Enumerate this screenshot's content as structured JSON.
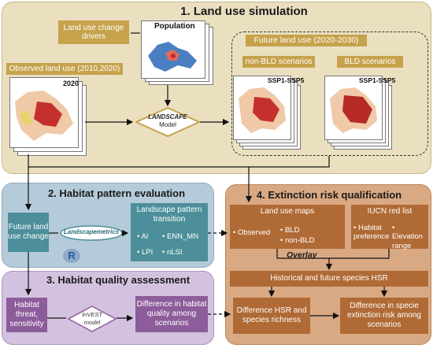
{
  "sections": {
    "s1_title": "1. Land use simulation",
    "s2_title": "2. Habitat pattern evaluation",
    "s3_title": "3. Habitat quality assessment",
    "s4_title": "4. Extinction risk qualification"
  },
  "s1": {
    "drivers": "Land use change drivers",
    "population": "Population",
    "observed": "Observed land use (2010,2020)",
    "map_year": "2020",
    "landscape_model_1": "LANDSCAPE",
    "landscape_model_2": "Model",
    "future": "Future land use (2020-2030)",
    "non_bld": "non-BLD scenarios",
    "bld": "BLD scenarios",
    "ssp_left": "SSP1-SSP5",
    "ssp_right": "SSP1-SSP5"
  },
  "s2": {
    "future_change": "Future land use change",
    "landscapemetrics": "Landscapemetrics",
    "r_logo": "R",
    "transition": "Landscape pattern transition",
    "metrics": [
      "• AI",
      "• ENN_MN",
      "• LPI",
      "• nLSI"
    ]
  },
  "s3": {
    "threat": "Habitat threat, sensitivity",
    "invest_1": "InVEST",
    "invest_2": "model",
    "difference": "Difference in habitat quality among scenarios"
  },
  "s4": {
    "land_use_maps": "Land use maps",
    "observed": "• Observed",
    "bld": "• BLD",
    "non_bld": "• non-BLD",
    "iucn": "IUCN red list",
    "habitat_pref": "• Habitat preference",
    "elevation": "• Elevation range",
    "overlay": "Overlay",
    "hsr": "Historical and future species HSR",
    "diff_hsr": "Difference HSR  and species richness",
    "diff_ext": "Difference in specie extinction risk among scenarios"
  },
  "colors": {
    "section1_bg": "#eadfbf",
    "section2_bg": "#b5cbd9",
    "section3_bg": "#d3c2df",
    "section4_bg": "#d9a983",
    "gold_box": "#c6a24c",
    "teal_box": "#4c8f9a",
    "purple_box": "#8d5c9a",
    "brown_box": "#b06a35"
  }
}
